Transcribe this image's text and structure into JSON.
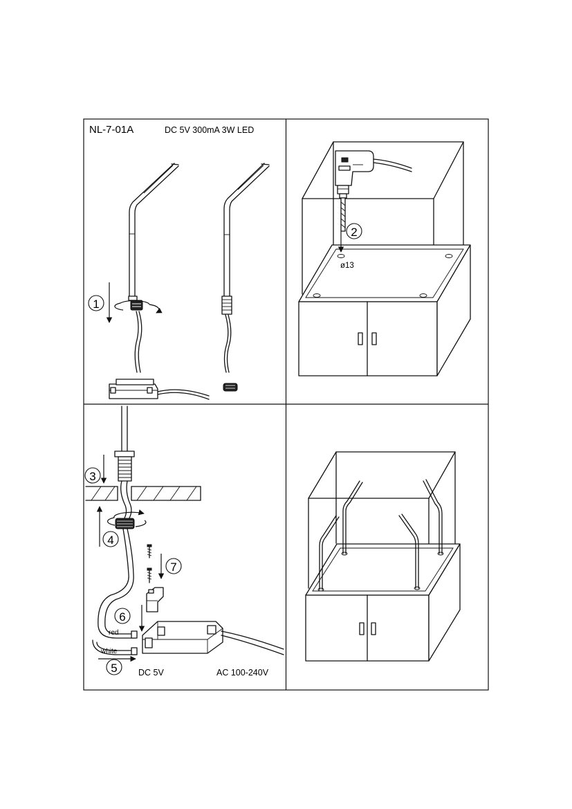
{
  "header": {
    "model": "NL-7-01A",
    "spec": "DC 5V  300mA  3W  LED"
  },
  "steps": [
    "1",
    "2",
    "3",
    "4",
    "5",
    "6",
    "7"
  ],
  "labels": {
    "hole_diameter": "ø13",
    "wire_red": "red",
    "wire_white": "white",
    "output_voltage": "DC 5V",
    "input_voltage": "AC 100-240V"
  },
  "colors": {
    "line": "#111111",
    "background": "#ffffff"
  }
}
